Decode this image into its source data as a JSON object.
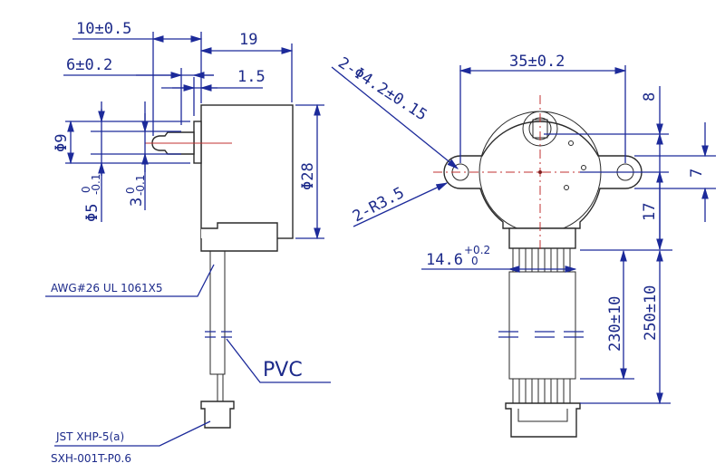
{
  "side_view": {
    "dim_shaft_length": "10±0.5",
    "dim_body_depth": "19",
    "dim_flat_length": "6±0.2",
    "dim_flange": "1.5",
    "dim_flange_dia": "Φ9",
    "dim_shaft_dia": "Φ5",
    "dim_shaft_dia_tol_upper": "0",
    "dim_shaft_dia_tol_lower": "-0.1",
    "dim_flat_width": "3",
    "dim_flat_tol_upper": "0",
    "dim_flat_tol_lower": "-0.1",
    "dim_body_dia": "Φ28",
    "wire_label": "AWG#26 UL 1061X5",
    "sleeve_label": "PVC",
    "connector_label": "JST XHP-5(a)",
    "terminal_label": "SXH-001T-P0.6"
  },
  "front_view": {
    "dim_hole_spacing": "35±0.2",
    "dim_holes": "2-Φ4.2±0.15",
    "dim_ear_radius": "2-R3.5",
    "dim_shaft_offset": "8",
    "dim_ear_width": "7",
    "dim_center_to_bottom": "17",
    "dim_ribbon_width": "14.6",
    "dim_ribbon_tol_upper": "+0.2",
    "dim_ribbon_tol_lower": "0",
    "dim_wire_230": "230±10",
    "dim_wire_250": "250±10"
  }
}
